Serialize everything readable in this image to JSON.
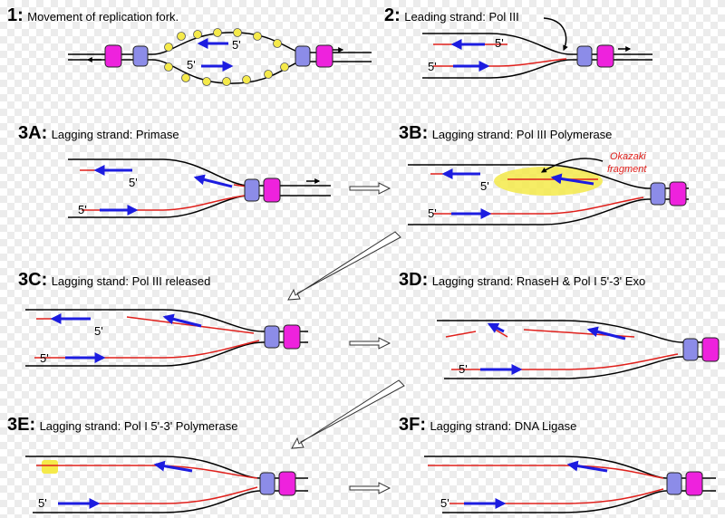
{
  "panels": {
    "p1": {
      "num": "1:",
      "text": "Movement of replication fork."
    },
    "p2": {
      "num": "2:",
      "text": "Leading strand: Pol III"
    },
    "p3a": {
      "num": "3A:",
      "text": "Lagging strand: Primase"
    },
    "p3b": {
      "num": "3B:",
      "text": "Lagging strand: Pol III Polymerase"
    },
    "p3c": {
      "num": "3C:",
      "text": "Lagging stand: Pol III released"
    },
    "p3d": {
      "num": "3D:",
      "text": "Lagging strand: RnaseH & Pol I 5'-3' Exo"
    },
    "p3e": {
      "num": "3E:",
      "text": "Lagging strand: Pol I 5'-3' Polymerase"
    },
    "p3f": {
      "num": "3F:",
      "text": "Lagging strand: DNA Ligase"
    }
  },
  "labels": {
    "five_prime": "5'",
    "okazaki_line1": "Okazaki",
    "okazaki_line2": "fragment"
  },
  "colors": {
    "strand": "#000000",
    "new_strand": "#e0201c",
    "arrow": "#1c1ce0",
    "protein_blue": "#8c8ce8",
    "protein_magenta": "#ee22dd",
    "helper_yellow": "#f5ea4a",
    "okazaki_text": "#e0201c"
  }
}
